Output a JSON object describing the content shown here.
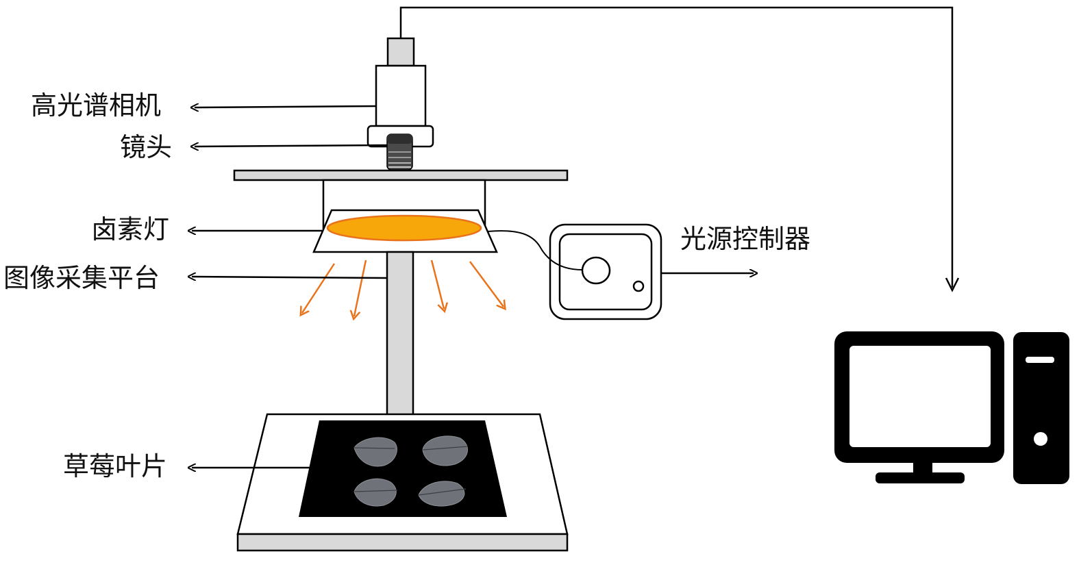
{
  "labels": {
    "camera": "高光谱相机",
    "lens": "镜头",
    "halogen_lamp": "卤素灯",
    "platform": "图像采集平台",
    "leaves": "草莓叶片",
    "light_controller": "光源控制器"
  },
  "colors": {
    "line": "#000000",
    "metal_gray": "#d9d9d9",
    "lamp_fill": "#f7a70a",
    "lamp_stroke": "#e8731a",
    "light_ray": "#e8731a",
    "leaf_bg": "#000000",
    "leaf": "#6f7379"
  },
  "icons": {
    "computer": "computer-monitor-icon",
    "tower": "desktop-tower-icon"
  }
}
